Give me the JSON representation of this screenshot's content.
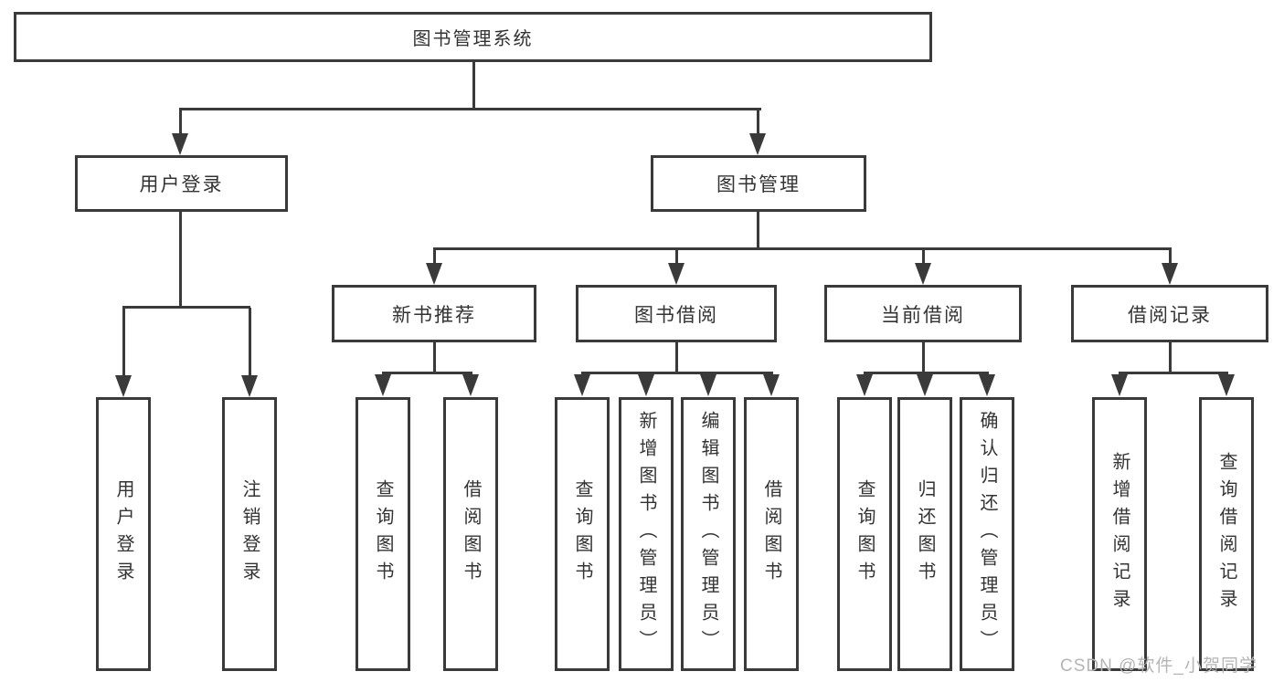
{
  "diagram": {
    "tree": {
      "label": "图书管理系统",
      "children": [
        {
          "label": "用户登录",
          "children": [
            {
              "label": "用户登录"
            },
            {
              "label": "注销登录"
            }
          ]
        },
        {
          "label": "图书管理",
          "children": [
            {
              "label": "新书推荐",
              "children": [
                {
                  "label": "查询图书"
                },
                {
                  "label": "借阅图书"
                }
              ]
            },
            {
              "label": "图书借阅",
              "children": [
                {
                  "label": "查询图书"
                },
                {
                  "label": "新增图书（管理员）"
                },
                {
                  "label": "编辑图书（管理员）"
                },
                {
                  "label": "借阅图书"
                }
              ]
            },
            {
              "label": "当前借阅",
              "children": [
                {
                  "label": "查询图书"
                },
                {
                  "label": "归还图书"
                },
                {
                  "label": "确认归还（管理员）"
                }
              ]
            },
            {
              "label": "借阅记录",
              "children": [
                {
                  "label": "新增借阅记录"
                },
                {
                  "label": "查询借阅记录"
                }
              ]
            }
          ]
        }
      ]
    },
    "watermark": "CSDN @软件_小贺同学",
    "colors": {
      "line": "#3a3a3a",
      "text": "#333333",
      "canvas": "#ffffff",
      "watermark": "#b5b5b5"
    }
  }
}
